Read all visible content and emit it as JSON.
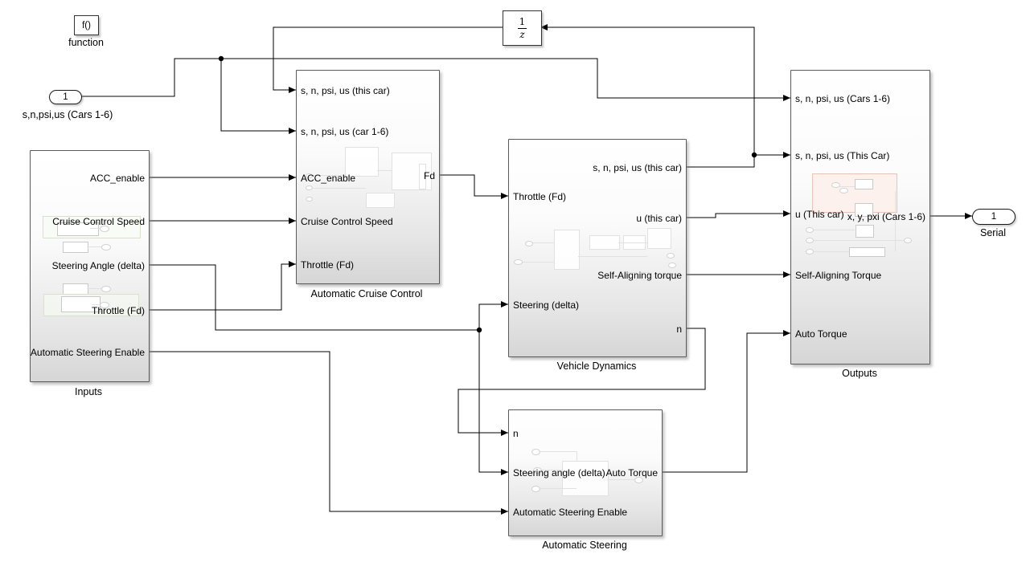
{
  "colors": {
    "background": "#ffffff",
    "wire": "#000000",
    "block_border": "#5a5a5a",
    "block_fill_top": "#ffffff",
    "block_fill_bottom": "#d6d6d6",
    "preview_pink_bg": "#fdf1ed",
    "preview_pink_border": "#e8c4b6"
  },
  "blocks": [
    {
      "id": "function",
      "type": "function-block",
      "text": "f()",
      "label": "function"
    },
    {
      "id": "inport-1",
      "type": "inport",
      "number": "1",
      "label": "s,n,psi,us (Cars 1-6)"
    },
    {
      "id": "inputs",
      "type": "subsystem",
      "label": "Inputs",
      "outputs": [
        "ACC_enable",
        "Cruise Control Speed",
        "Steering Angle (delta)",
        "Throttle (Fd)",
        "Automatic Steering Enable"
      ]
    },
    {
      "id": "automatic-cruise-control",
      "type": "subsystem",
      "label": "Automatic Cruise Control",
      "inputs": [
        "s, n, psi, us (this car)",
        "s, n, psi, us (car 1-6)",
        "ACC_enable",
        "Cruise Control Speed",
        "Throttle (Fd)"
      ],
      "outputs": [
        "Fd"
      ]
    },
    {
      "id": "unit-delay",
      "type": "unit-delay",
      "numerator": "1",
      "denominator": "z"
    },
    {
      "id": "vehicle-dynamics",
      "type": "subsystem",
      "label": "Vehicle Dynamics",
      "inputs": [
        "Throttle (Fd)",
        "Steering (delta)"
      ],
      "outputs": [
        "s, n, psi, us (this car)",
        "u (this car)",
        "Self-Aligning torque",
        "n"
      ]
    },
    {
      "id": "automatic-steering",
      "type": "subsystem",
      "label": "Automatic Steering",
      "inputs": [
        "n",
        "Steering angle (delta)",
        "Automatic Steering Enable"
      ],
      "outputs": [
        "Auto Torque"
      ]
    },
    {
      "id": "outputs",
      "type": "subsystem",
      "label": "Outputs",
      "inputs": [
        "s, n, psi, us (Cars 1-6)",
        "s, n, psi, us (This Car)",
        "u (This car)",
        "Self-Aligning Torque",
        "Auto Torque"
      ],
      "outputs": [
        "x, y, pxi (Cars 1-6)"
      ]
    },
    {
      "id": "outport-serial",
      "type": "outport",
      "number": "1",
      "label": "Serial"
    }
  ],
  "connections": [
    {
      "from": "Inport 1",
      "to": "Automatic Cruise Control: s, n, psi, us (car 1-6)"
    },
    {
      "from": "Inport 1",
      "to": "Outputs: s, n, psi, us (Cars 1-6)"
    },
    {
      "from": "Unit Delay (1/z)",
      "to": "Automatic Cruise Control: s, n, psi, us (this car)"
    },
    {
      "from": "Vehicle Dynamics: s, n, psi, us (this car)",
      "to": "Outputs: s, n, psi, us (This Car)"
    },
    {
      "from": "Vehicle Dynamics: s, n, psi, us (this car)",
      "to": "Unit Delay (1/z)"
    },
    {
      "from": "Inputs: ACC_enable",
      "to": "Automatic Cruise Control: ACC_enable"
    },
    {
      "from": "Inputs: Cruise Control Speed",
      "to": "Automatic Cruise Control: Cruise Control Speed"
    },
    {
      "from": "Inputs: Steering Angle (delta)",
      "to": "Vehicle Dynamics: Steering (delta)"
    },
    {
      "from": "Inputs: Steering Angle (delta)",
      "to": "Automatic Steering: Steering angle (delta)"
    },
    {
      "from": "Inputs: Throttle (Fd)",
      "to": "Automatic Cruise Control: Throttle (Fd)"
    },
    {
      "from": "Inputs: Automatic Steering Enable",
      "to": "Automatic Steering: Automatic Steering Enable"
    },
    {
      "from": "Automatic Cruise Control: Fd",
      "to": "Vehicle Dynamics: Throttle (Fd)"
    },
    {
      "from": "Vehicle Dynamics: u (this car)",
      "to": "Outputs: u (This car)"
    },
    {
      "from": "Vehicle Dynamics: Self-Aligning torque",
      "to": "Outputs: Self-Aligning Torque"
    },
    {
      "from": "Vehicle Dynamics: n",
      "to": "Automatic Steering: n"
    },
    {
      "from": "Automatic Steering: Auto Torque",
      "to": "Outputs: Auto Torque"
    },
    {
      "from": "Outputs: x, y, pxi (Cars 1-6)",
      "to": "Outport 1 (Serial)"
    }
  ]
}
